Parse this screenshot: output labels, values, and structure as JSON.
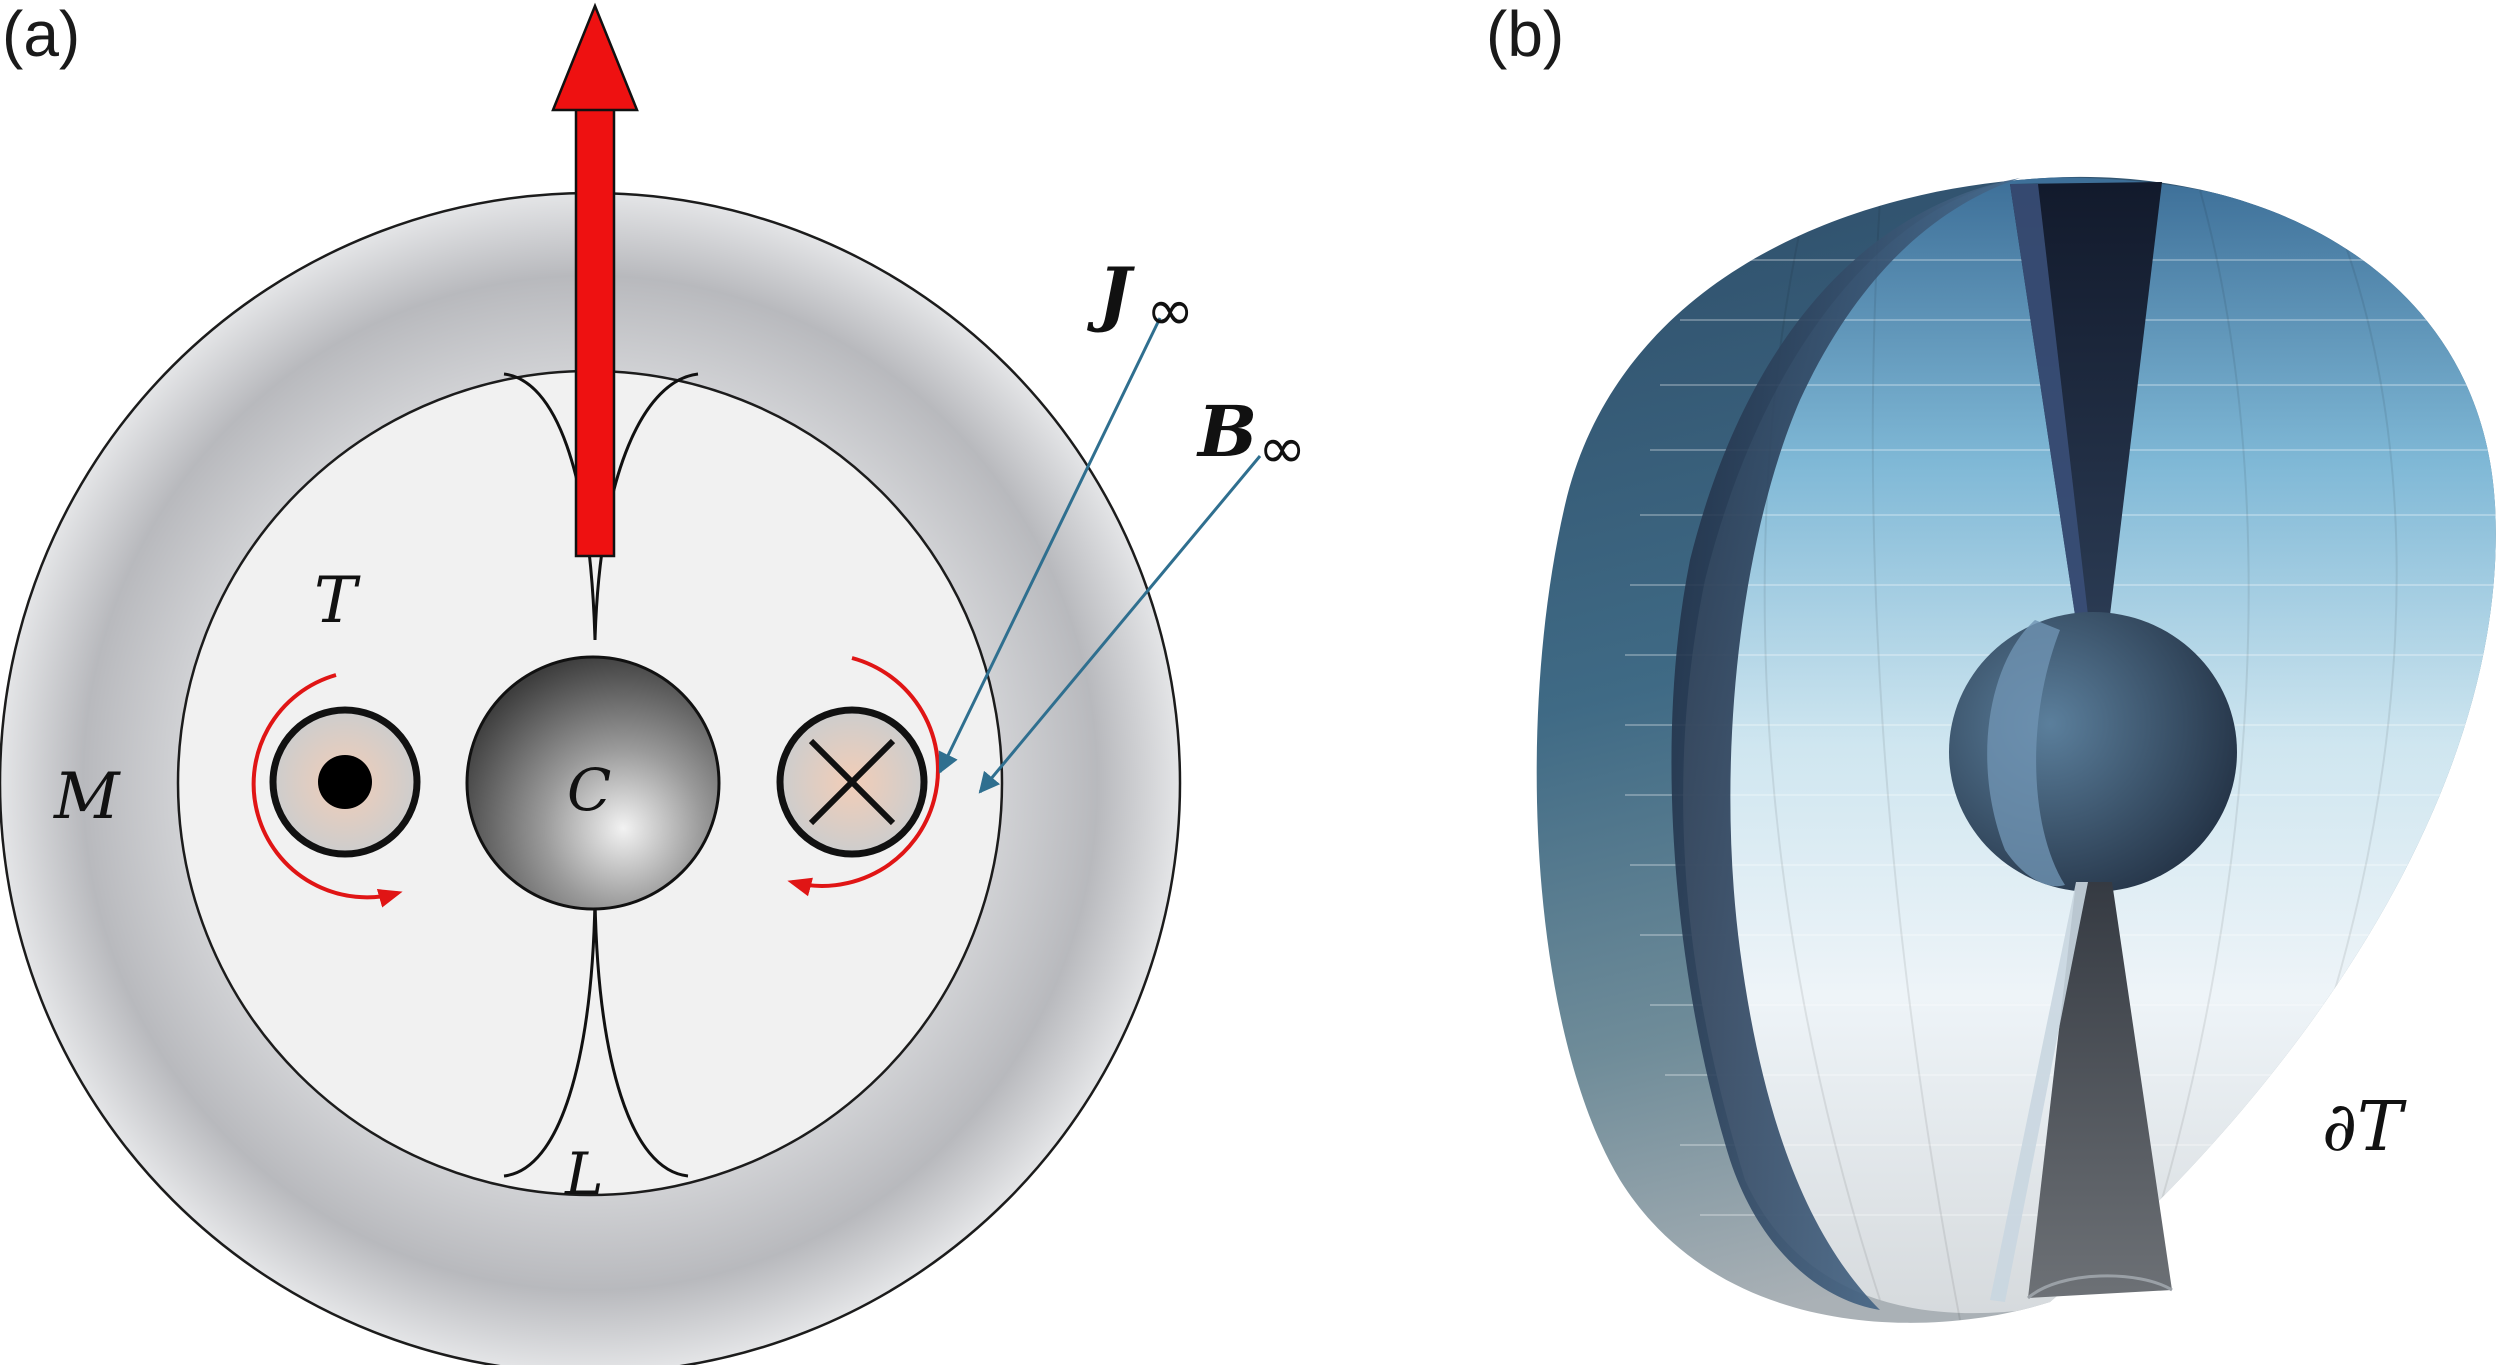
{
  "panels": {
    "a": {
      "label": "(a)"
    },
    "b": {
      "label": "(b)"
    }
  },
  "labels": {
    "M": "M",
    "T": "T",
    "C": "C",
    "L": "L",
    "J": "J",
    "B": "B",
    "infinity": "∞",
    "dT": "∂T"
  },
  "colors": {
    "arrow": "#ee1111",
    "pointer": "#2f6f8f",
    "circulation": "#e01515",
    "shell": "#bfc0c3",
    "interior": "#f1f1f1"
  }
}
